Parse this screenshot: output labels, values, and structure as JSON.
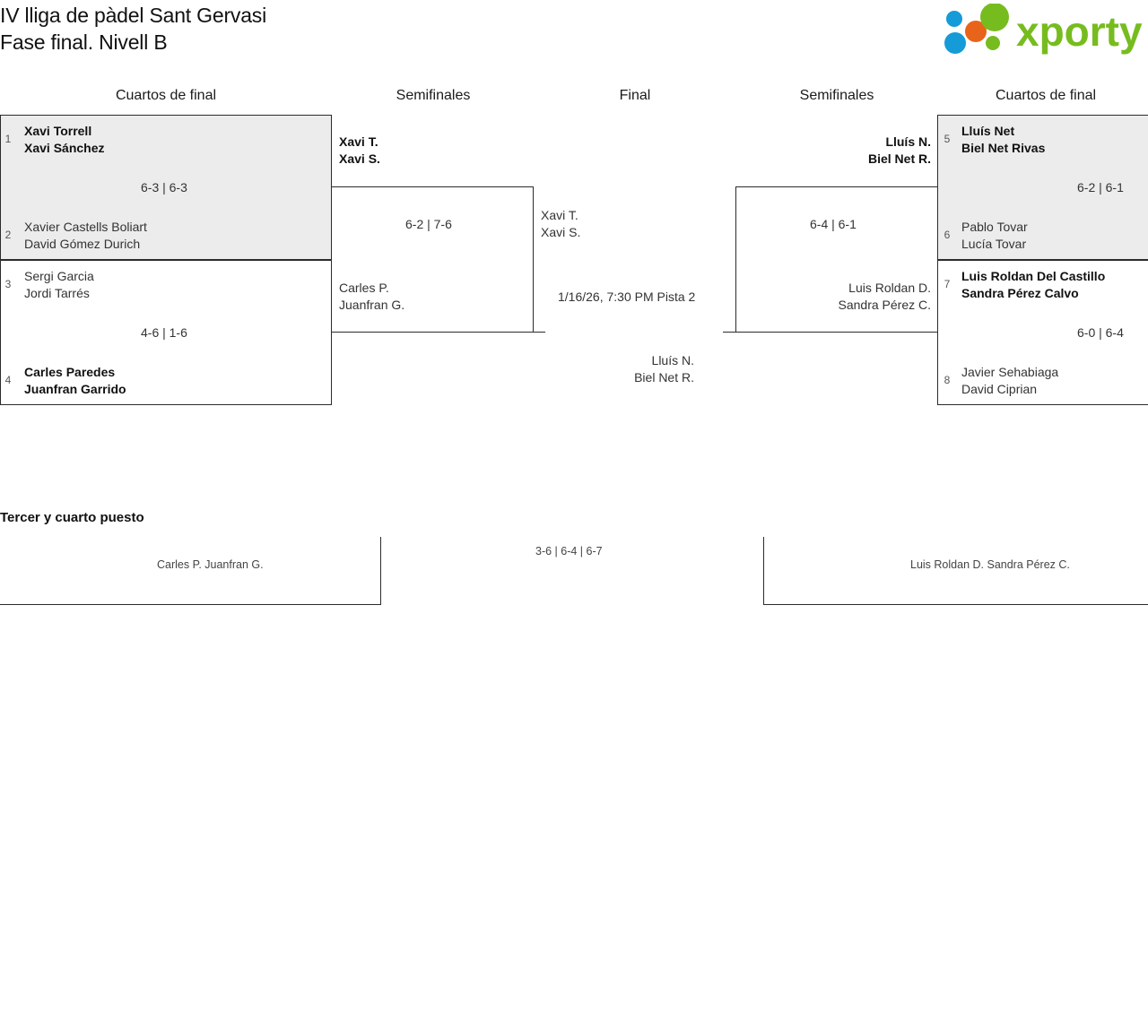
{
  "header": {
    "title_line1": "IV lliga de pàdel Sant Gervasi",
    "title_line2": "Fase final. Nivell B",
    "logo_text": "xporty"
  },
  "rounds": [
    {
      "label": "Cuartos de final"
    },
    {
      "label": "Semifinales"
    },
    {
      "label": "Final"
    },
    {
      "label": "Semifinales"
    },
    {
      "label": "Cuartos de final"
    }
  ],
  "left": {
    "qf": [
      {
        "seed_top": "1",
        "top_p1": "Xavi Torrell",
        "top_p2": "Xavi Sánchez",
        "seed_bottom": "2",
        "bottom_p1": "Xavier Castells Boliart",
        "bottom_p2": "David Gómez Durich",
        "score": "6-3 | 6-3"
      },
      {
        "seed_top": "3",
        "top_p1": "Sergi Garcia",
        "top_p2": "Jordi Tarrés",
        "seed_bottom": "4",
        "bottom_p1": "Carles Paredes",
        "bottom_p2": "Juanfran Garrido",
        "score": "4-6 | 1-6"
      }
    ],
    "sf": {
      "top_p1": "Xavi T.",
      "top_p2": "Xavi S.",
      "bottom_p1": "Carles P.",
      "bottom_p2": "Juanfran G.",
      "score": "6-2 | 7-6"
    }
  },
  "right": {
    "qf": [
      {
        "seed_top": "5",
        "top_p1": "Lluís Net",
        "top_p2": "Biel Net Rivas",
        "seed_bottom": "6",
        "bottom_p1": "Pablo Tovar",
        "bottom_p2": "Lucía Tovar",
        "score": "6-2 | 6-1"
      },
      {
        "seed_top": "7",
        "top_p1": "Luis Roldan Del Castillo",
        "top_p2": "Sandra Pérez Calvo",
        "seed_bottom": "8",
        "bottom_p1": "Javier Sehabiaga",
        "bottom_p2": "David Ciprian",
        "score": "6-0 | 6-4"
      }
    ],
    "sf": {
      "top_p1": "Lluís N.",
      "top_p2": "Biel Net R.",
      "bottom_p1": "Luis Roldan D.",
      "bottom_p2": "Sandra Pérez C.",
      "score": "6-4 | 6-1"
    }
  },
  "final": {
    "left_p1": "Xavi T.",
    "left_p2": "Xavi S.",
    "right_p1": "Lluís N.",
    "right_p2": "Biel Net R.",
    "schedule": "1/16/26, 7:30 PM Pista 2"
  },
  "third_place": {
    "title": "Tercer y cuarto puesto",
    "left_p1": "Carles P.",
    "left_p2": "Juanfran G.",
    "right_p1": "Luis Roldan D.",
    "right_p2": "Sandra Pérez C.",
    "score": "3-6 | 6-4 | 6-7"
  },
  "colors": {
    "logo_green": "#77bc1f",
    "logo_blue": "#159bd7",
    "logo_orange": "#e8641a",
    "highlight_bg": "#ececec",
    "line": "#2b2b2b"
  }
}
